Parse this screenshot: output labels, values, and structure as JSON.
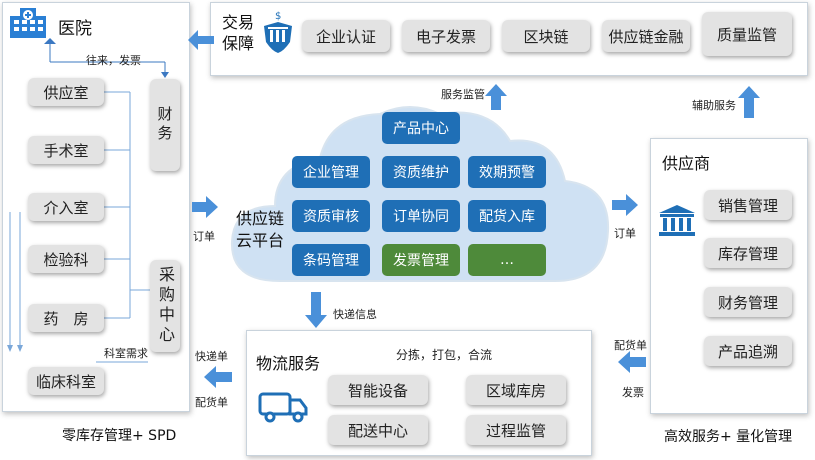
{
  "hospital": {
    "title": "医院",
    "flow_label": "往来，发票",
    "departments": [
      "供应室",
      "手术室",
      "介入室",
      "检验科",
      "药　房",
      "临床科室"
    ],
    "finance": "财务",
    "purchasing": "采购中心",
    "dept_demand": "科室需求",
    "caption": "零库存管理+ SPD"
  },
  "trade": {
    "title": "交易保障",
    "items": [
      "企业认证",
      "电子发票",
      "区块链",
      "供应链金融",
      "质量监管"
    ]
  },
  "cloud": {
    "title": "供应链云平台",
    "top_item": "产品中心",
    "row1": [
      "企业管理",
      "资质维护",
      "效期预警"
    ],
    "row2": [
      "资质审核",
      "订单协同",
      "配货入库"
    ],
    "row3": [
      "条码管理",
      "发票管理",
      "…"
    ]
  },
  "arrows": {
    "service_monitor": "服务监管",
    "assist_service": "辅助服务",
    "order_left": "订单",
    "order_right": "订单",
    "express_info": "快递信息",
    "express_order": "快递单",
    "delivery_left": "配货单",
    "delivery_right": "配货单",
    "invoice": "发票"
  },
  "supplier": {
    "title": "供应商",
    "items": [
      "销售管理",
      "库存管理",
      "财务管理",
      "产品追溯"
    ],
    "caption": "高效服务+ 量化管理"
  },
  "logistics": {
    "title": "物流服务",
    "subtitle": "分拣，打包，合流",
    "items": [
      "智能设备",
      "区域库房",
      "配送中心",
      "过程监管"
    ]
  },
  "colors": {
    "blue_arrow": "#4a90d9",
    "blue_dark": "#1f6fb6",
    "green": "#4e8a3a",
    "cloud": "#cfe1f3"
  }
}
